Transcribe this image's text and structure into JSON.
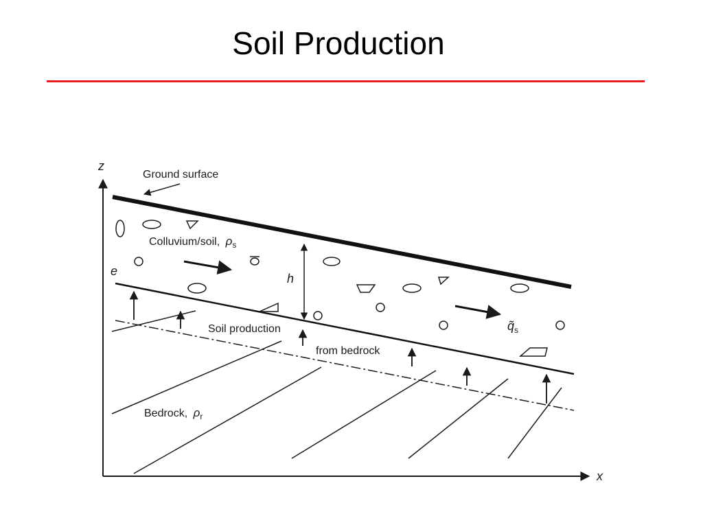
{
  "slide": {
    "title": "Soil Production",
    "accent_color": "#e31b1b"
  },
  "diagram": {
    "axis_z": "z",
    "axis_x": "x",
    "ground_surface": "Ground surface",
    "colluvium_label": "Colluvium/soil,",
    "colluvium_symbol": "ρ",
    "colluvium_sub": "s",
    "elevation_label": "e",
    "thickness_label": "h",
    "soil_production_1": "Soil production",
    "soil_production_2": "from bedrock",
    "flux_symbol": "q̃",
    "flux_sub": "s",
    "bedrock_label": "Bedrock,",
    "bedrock_symbol": "ρ",
    "bedrock_sub": "r"
  }
}
